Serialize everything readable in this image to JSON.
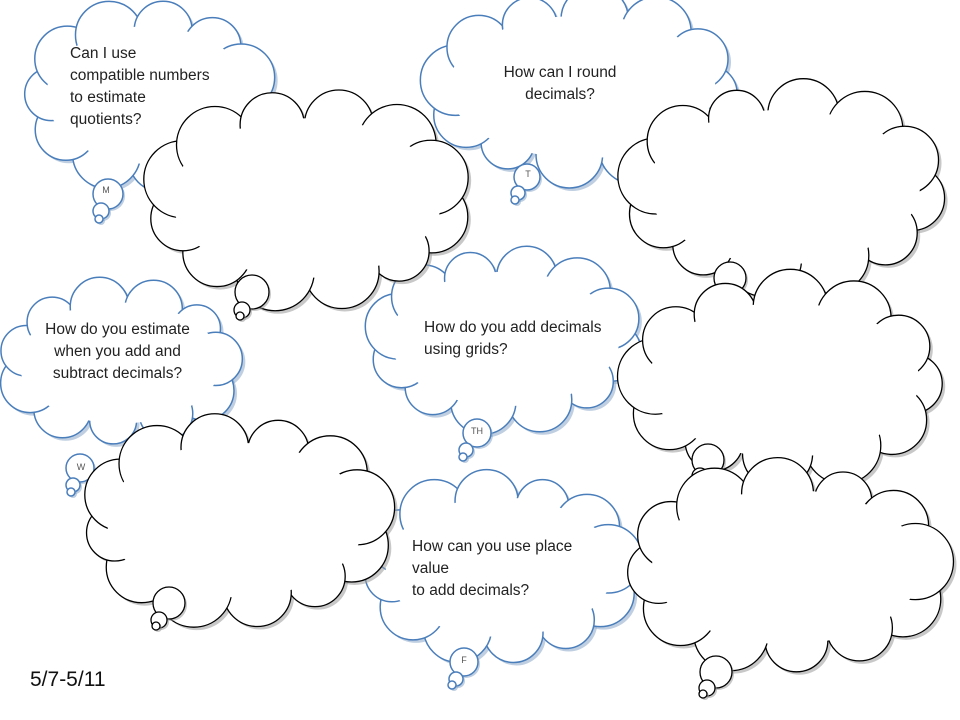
{
  "questions": {
    "monday": {
      "text": "Can I use compatible numbers to estimate quotients?",
      "day": "M"
    },
    "tuesday": {
      "text": "How can I round decimals?",
      "day": "T"
    },
    "wednesday": {
      "text": "How do you estimate when you add and subtract decimals?",
      "day": "W"
    },
    "thursday": {
      "text": "How do you add decimals using grids?",
      "day": "TH"
    },
    "friday": {
      "text": "How can you use place value\nto add decimals?",
      "day": "F"
    }
  },
  "date_range": "5/7-5/11",
  "colors": {
    "question_outline": "#4a7ebb",
    "answer_outline": "#000000"
  }
}
